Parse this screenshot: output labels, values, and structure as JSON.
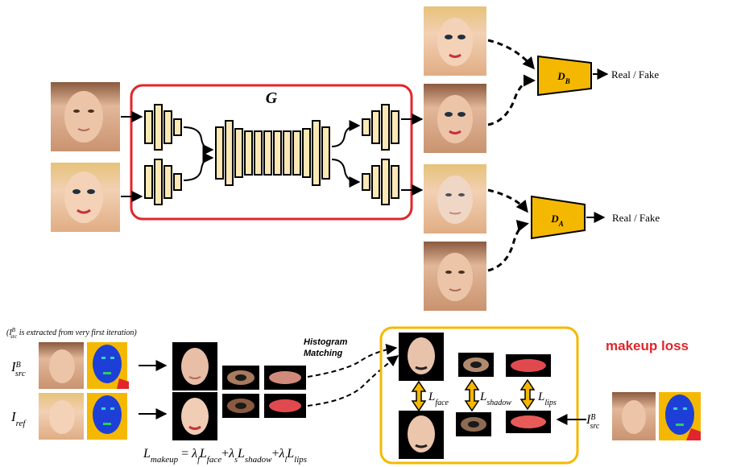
{
  "generator": {
    "label": "G"
  },
  "discriminators": [
    {
      "id": "b",
      "main": "D",
      "sub": "B",
      "output": "Real / Fake"
    },
    {
      "id": "a",
      "main": "D",
      "sub": "A",
      "output": "Real / Fake"
    }
  ],
  "note": "(I",
  "note_sup": "B",
  "note_sub": "src",
  "note_rest": " is extracted from very first iteration)",
  "row_labels": {
    "src": {
      "main": "I",
      "sup": "B",
      "sub": "src"
    },
    "ref": {
      "main": "I",
      "sub": "ref"
    }
  },
  "histogram_matching": {
    "line1": "Histogram",
    "line2": "Matching"
  },
  "makeup_loss_title": "makeup loss",
  "loss_labels": {
    "face": {
      "main": "L",
      "sub": "face"
    },
    "shadow": {
      "main": "L",
      "sub": "shadow"
    },
    "lips": {
      "main": "L",
      "sub": "lips"
    }
  },
  "right_input": {
    "main": "I",
    "sup": "B",
    "sub": "src"
  },
  "formula": {
    "lhs_main": "L",
    "lhs_sub": "makeup",
    "eq": " = ",
    "t1_lambda": "λ",
    "t1_lsub": "f",
    "t1_main": "L",
    "t1_sub": "face",
    "plus1": "+",
    "t2_lambda": "λ",
    "t2_lsub": "s",
    "t2_main": "L",
    "t2_sub": "shadow",
    "plus2": "+",
    "t3_lambda": "λ",
    "t3_lsub": "l",
    "t3_main": "L",
    "t3_sub": "lips"
  },
  "colors": {
    "generator_border": "#e0262b",
    "makeup_box_border": "#f5b800",
    "block_fill": "#fbe8b5",
    "disc_fill": "#f5b800",
    "title_red": "#e0262b",
    "arrow_gold": "#f5b800"
  }
}
